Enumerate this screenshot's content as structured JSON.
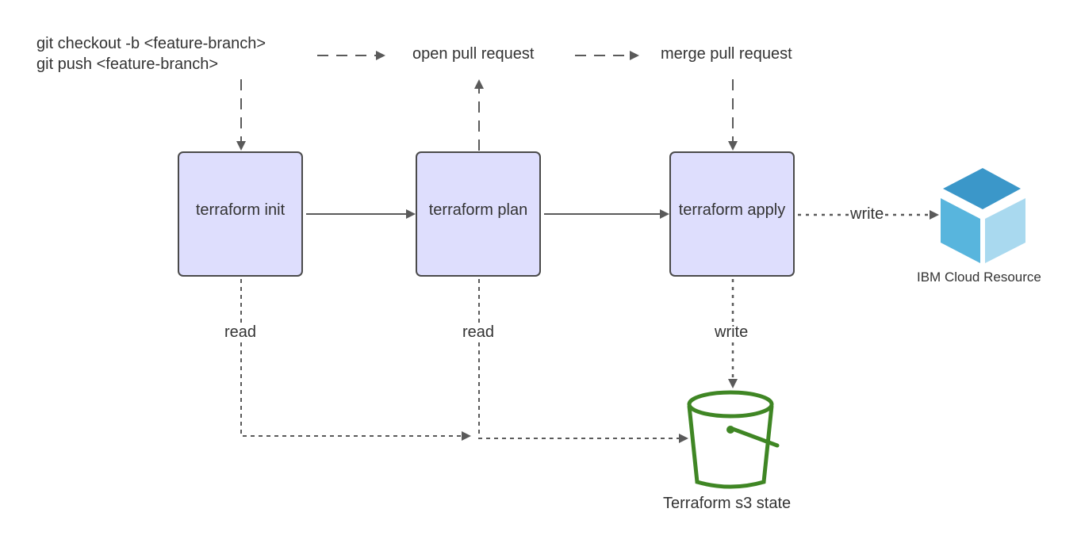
{
  "git": {
    "line1": "git checkout -b <feature-branch>",
    "line2": "git push <feature-branch>"
  },
  "steps": {
    "open_pr": "open pull request",
    "merge_pr": "merge pull request"
  },
  "boxes": {
    "init": "terraform init",
    "plan": "terraform plan",
    "apply": "terraform apply"
  },
  "edge_labels": {
    "read_init": "read",
    "read_plan": "read",
    "write_state": "write",
    "write_resource": "write"
  },
  "nodes": {
    "ibm_cloud": "IBM Cloud Resource",
    "s3_state": "Terraform s3 state"
  },
  "colors": {
    "box_fill": "#dedefd",
    "box_border": "#4a4a4a",
    "line": "#5a5a5a",
    "bucket": "#3f8624",
    "cube_top": "#3b97c9",
    "cube_left": "#58b5dd",
    "cube_right": "#a9d9ef"
  }
}
